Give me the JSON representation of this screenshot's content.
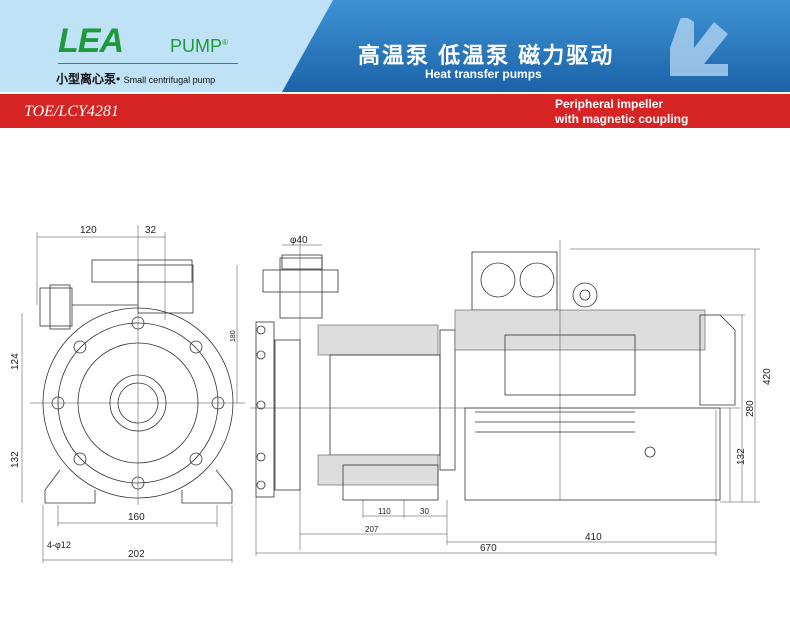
{
  "brand": {
    "logo_text": "LEA",
    "logo_pump": "PUMP",
    "registered": "®",
    "subtitle_cn": "小型离心泵",
    "subtitle_en": "Small centrifugal pump"
  },
  "banner": {
    "title_cn": "高温泵 低温泵 磁力驱动",
    "title_en": "Heat transfer pumps",
    "arrow_icon": "arrow-down-left-icon"
  },
  "model_bar": {
    "model": "TOE/LCY4281",
    "desc_line1": "Peripheral impeller",
    "desc_line2": "with magnetic coupling"
  },
  "colors": {
    "brand_green": "#1e9a3a",
    "header_blue": "#2a7cc0",
    "bar_red": "#d62424"
  },
  "dimensions": {
    "front": {
      "d120": "120",
      "d32": "32",
      "d124": "124",
      "d132": "132",
      "d180": "180",
      "d160": "160",
      "d202": "202",
      "holes": "4-φ12"
    },
    "side": {
      "d40": "φ40",
      "d420": "420",
      "d280": "280",
      "d132": "132",
      "d110": "110",
      "d30": "30",
      "d207": "207",
      "d410": "410",
      "d670": "670"
    }
  }
}
